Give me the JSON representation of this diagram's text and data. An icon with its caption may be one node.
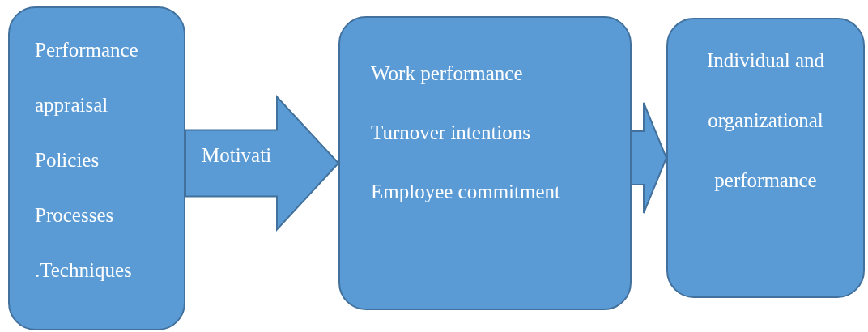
{
  "diagram": {
    "nodes": [
      {
        "text": [
          "Performance appraisal",
          "Policies",
          "Processes",
          ".Techniques"
        ]
      },
      {
        "text": [
          "Work performance",
          "Turnover intentions",
          "Employee commitment"
        ]
      },
      {
        "text": [
          "Individual and organizational performance"
        ]
      }
    ],
    "edges": [
      {
        "from": 0,
        "to": 1,
        "arrow": "to",
        "label": "Motivati",
        "style": "thick"
      },
      {
        "from": 1,
        "to": 2,
        "arrow": "to",
        "style": "thick"
      }
    ]
  }
}
